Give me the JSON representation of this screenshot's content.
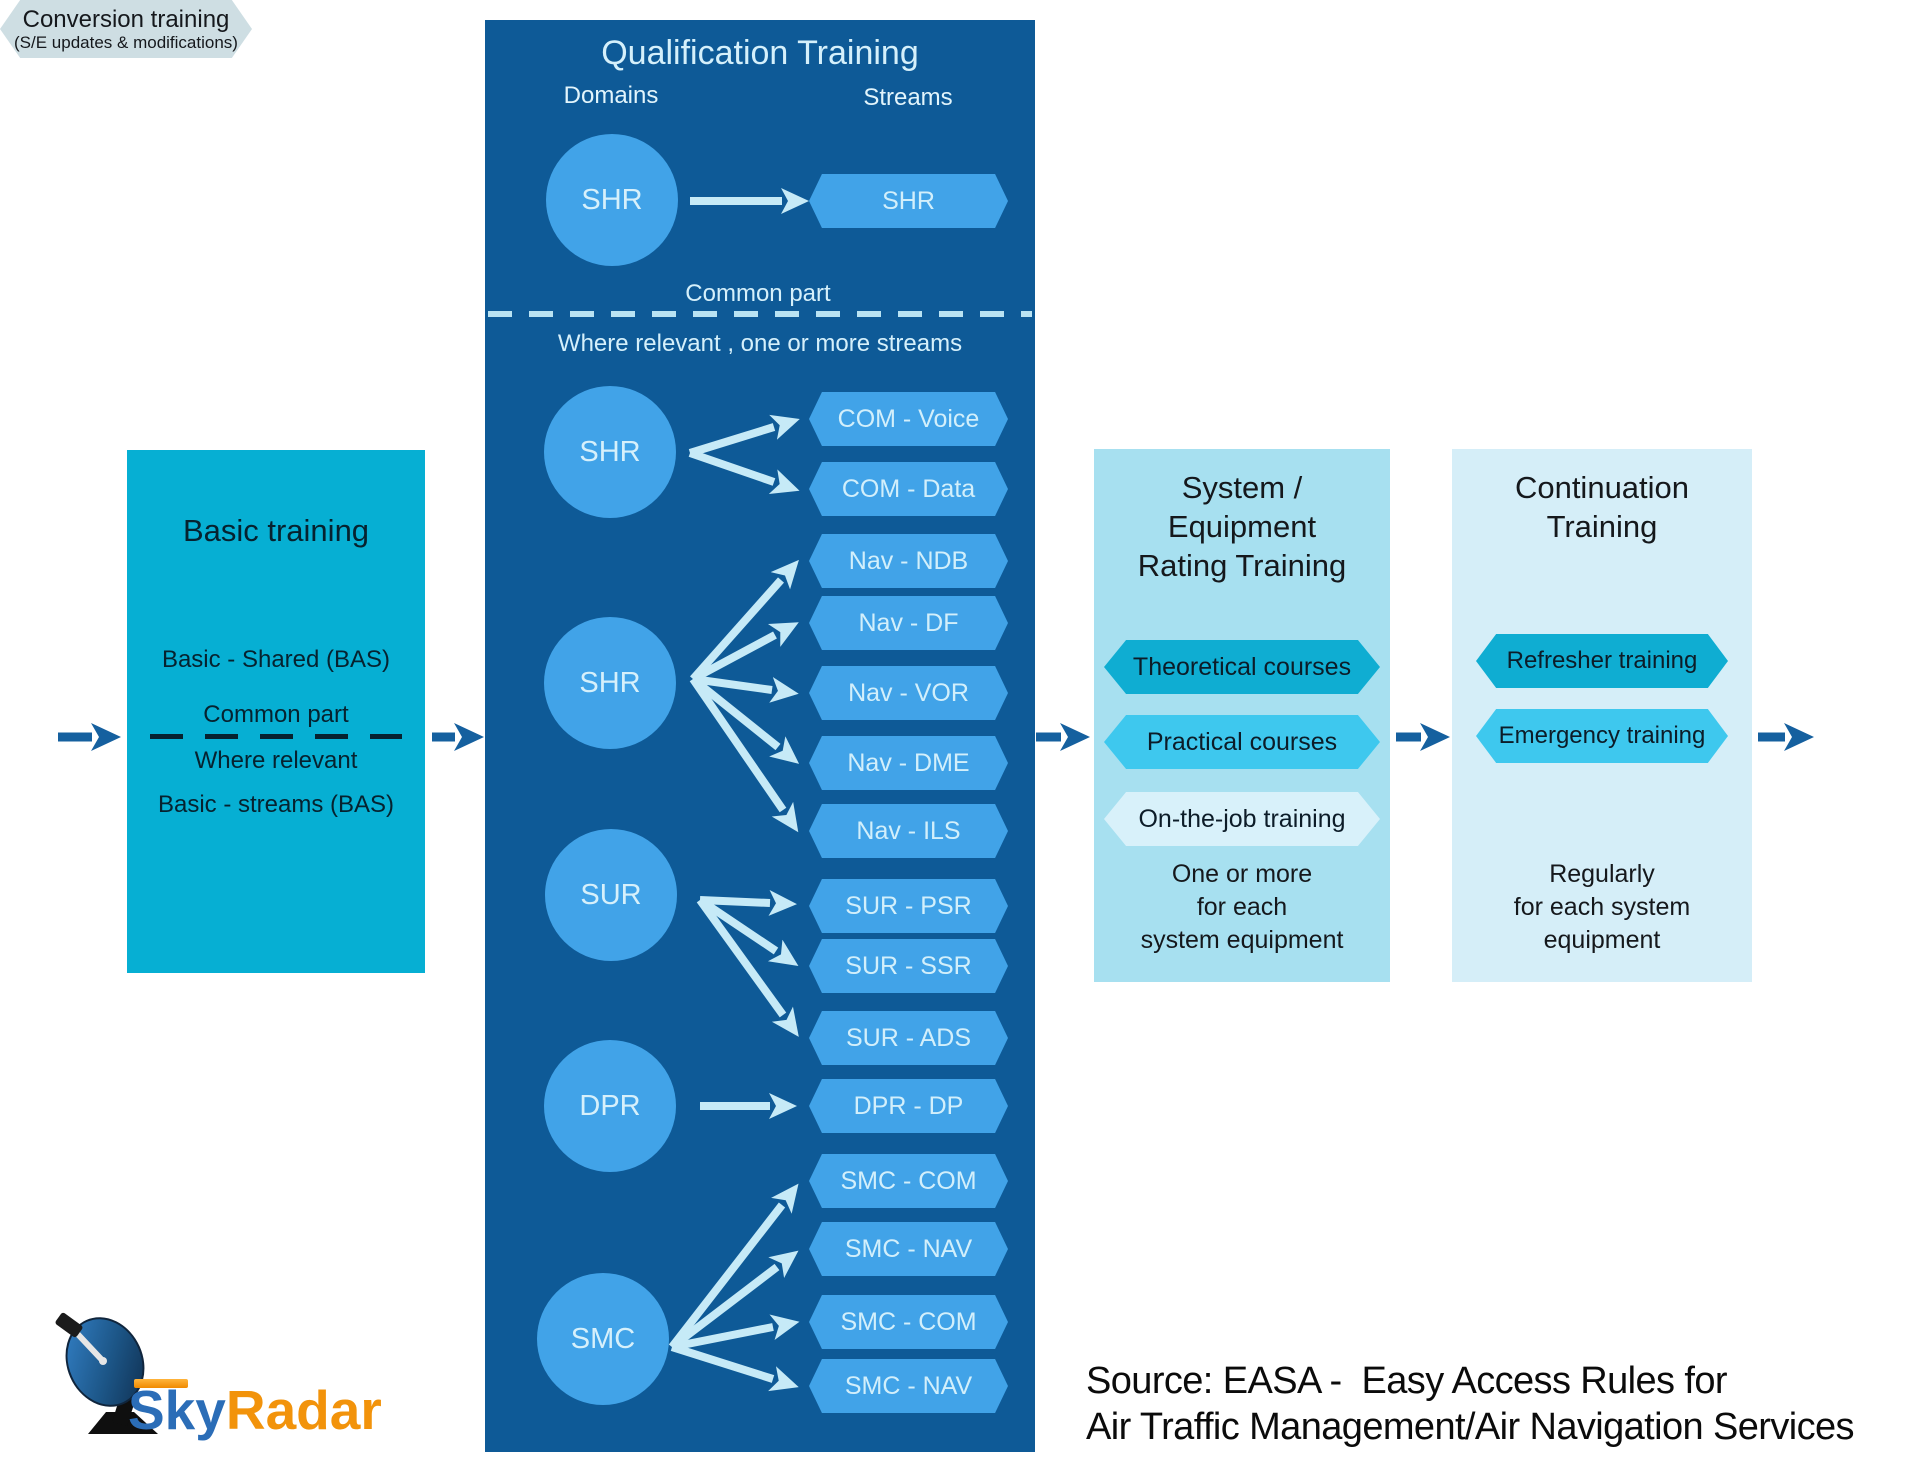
{
  "basic": {
    "title": "Basic training",
    "shared": "Basic - Shared (BAS)",
    "common_part": "Common part",
    "where_relevant": "Where relevant",
    "streams": "Basic - streams (BAS)"
  },
  "qualification": {
    "title": "Qualification Training",
    "domains_label": "Domains",
    "streams_label": "Streams",
    "common_part": "Common part",
    "where_relevant": "Where relevant , one or more streams",
    "top": {
      "domain": "SHR",
      "stream": "SHR"
    },
    "groups": [
      {
        "domain": "SHR",
        "streams": [
          "COM - Voice",
          "COM - Data"
        ]
      },
      {
        "domain": "SHR",
        "streams": [
          "Nav - NDB",
          "Nav - DF",
          "Nav - VOR",
          "Nav - DME",
          "Nav - ILS"
        ]
      },
      {
        "domain": "SUR",
        "streams": [
          "SUR - PSR",
          "SUR - SSR",
          "SUR - ADS"
        ]
      },
      {
        "domain": "DPR",
        "streams": [
          "DPR - DP"
        ]
      },
      {
        "domain": "SMC",
        "streams": [
          "SMC - COM",
          "SMC - NAV",
          "SMC - COM",
          "SMC - NAV"
        ]
      }
    ]
  },
  "system": {
    "title": "System /\nEquipment\nRating Training",
    "hexagons": [
      "Theoretical courses",
      "Practical courses",
      "On-the-job training"
    ],
    "note": "One or more\nfor each\nsystem equipment"
  },
  "continuation": {
    "title": "Continuation\nTraining",
    "hexagons": [
      "Refresher training",
      "Emergency training"
    ],
    "conversion": {
      "line1": "Conversion training",
      "line2": "(S/E updates & modifications)"
    },
    "note": "Regularly\nfor each system\nequipment"
  },
  "logo": {
    "sky": "Sky",
    "radar": "Radar"
  },
  "source": {
    "line1": "Source: EASA -  Easy Access Rules for",
    "line2": "Air Traffic Management/Air Navigation Services"
  },
  "colors": {
    "basic_box": "#06AFD3",
    "qualification_box": "#0E5A97",
    "node_blue": "#41A3E8",
    "system_box": "#A7E0F0",
    "continuation_box": "#D5EEF8",
    "hex_teal": "#0FADD2",
    "hex_cyan": "#3EC8EE",
    "hex_pale": "#D8F1FA",
    "hex_gray": "#CEDEE3",
    "flow_arrow": "#15609F",
    "light_arrow": "#C6EAF7",
    "logo_sky": "#2B6DB7",
    "logo_radar": "#F2930B"
  }
}
